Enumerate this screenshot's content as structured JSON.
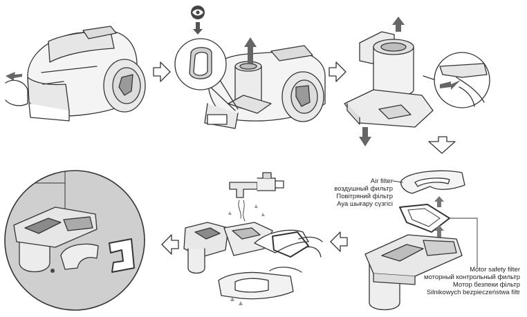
{
  "labels": {
    "air_filter": [
      "Air filter",
      "воздушный фильтр",
      "Повітряний фільтр",
      "Ауа шығару сүзгісі"
    ],
    "motor_filter": [
      "Motor safety filter",
      "моторный контрольный фильтр",
      "Мотор безпеки фільтр",
      "Silnikowych bezpieczeństwa filtr"
    ]
  },
  "icons": {
    "eye": "eye-icon",
    "step_arrow": "hollow-arrow-icon",
    "motion_arrow": "solid-arrow-icon"
  },
  "colors": {
    "line": "#333333",
    "light_fill": "#f2f2f2",
    "mid_fill": "#d9d9d9",
    "dark_fill": "#666666",
    "zoom_bg": "#cfcfcf"
  }
}
